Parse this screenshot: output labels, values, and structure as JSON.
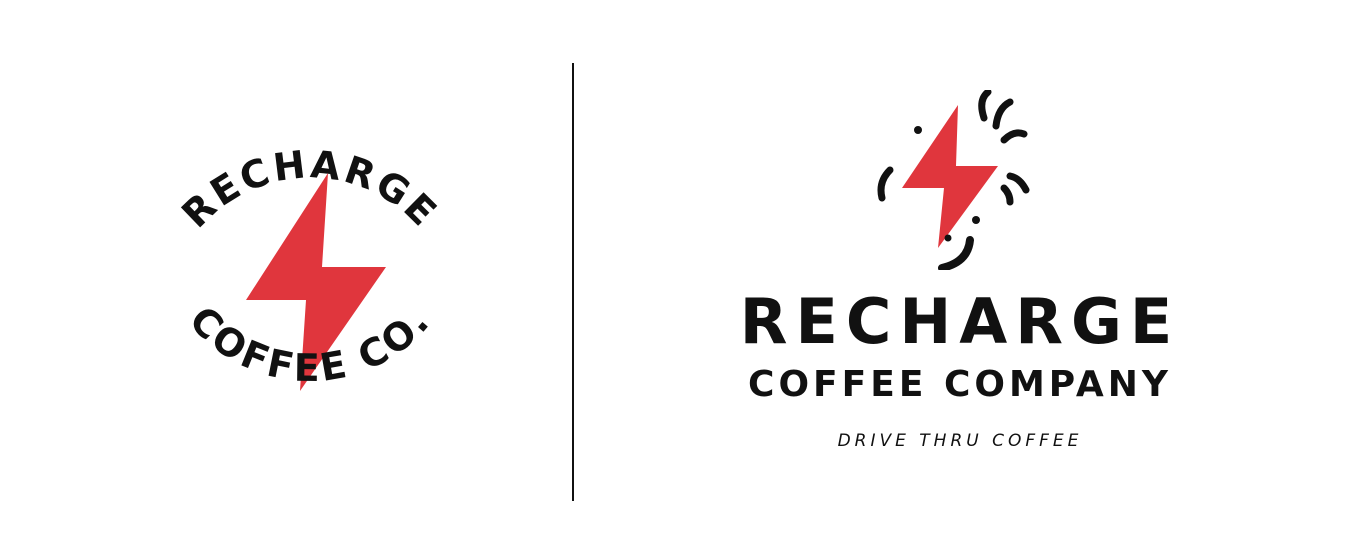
{
  "colors": {
    "accent": "#e0363d",
    "ink": "#111111",
    "background": "#ffffff"
  },
  "badge": {
    "top_text": "RECHARGE",
    "bottom_text": "COFFEE CO.",
    "icon": "lightning-bolt-icon"
  },
  "wordmark": {
    "icon": "splashing-lightning-cup-icon",
    "title": "RECHARGE",
    "subtitle": "COFFEE COMPANY",
    "tagline": "DRIVE THRU COFFEE"
  }
}
